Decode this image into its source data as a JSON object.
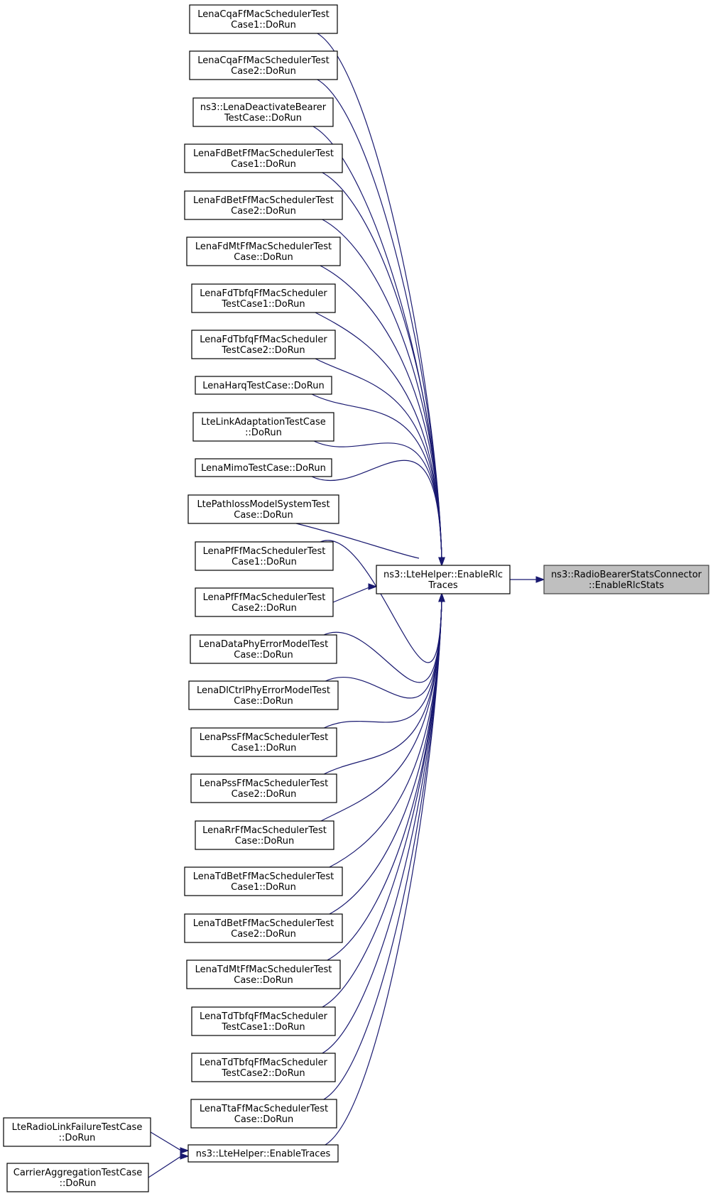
{
  "graph": {
    "edge_color": "#191970",
    "highlight_fill": "#bfbfbf",
    "nodes": [
      {
        "id": "n0",
        "lines": [
          "LenaCqaFfMacSchedulerTest",
          "Case1::DoRun"
        ]
      },
      {
        "id": "n1",
        "lines": [
          "LenaCqaFfMacSchedulerTest",
          "Case2::DoRun"
        ]
      },
      {
        "id": "n2",
        "lines": [
          "ns3::LenaDeactivateBearer",
          "TestCase::DoRun"
        ]
      },
      {
        "id": "n3",
        "lines": [
          "LenaFdBetFfMacSchedulerTest",
          "Case1::DoRun"
        ]
      },
      {
        "id": "n4",
        "lines": [
          "LenaFdBetFfMacSchedulerTest",
          "Case2::DoRun"
        ]
      },
      {
        "id": "n5",
        "lines": [
          "LenaFdMtFfMacSchedulerTest",
          "Case::DoRun"
        ]
      },
      {
        "id": "n6",
        "lines": [
          "LenaFdTbfqFfMacScheduler",
          "TestCase1::DoRun"
        ]
      },
      {
        "id": "n7",
        "lines": [
          "LenaFdTbfqFfMacScheduler",
          "TestCase2::DoRun"
        ]
      },
      {
        "id": "n8",
        "lines": [
          "LenaHarqTestCase::DoRun"
        ]
      },
      {
        "id": "n9",
        "lines": [
          "LteLinkAdaptationTestCase",
          "::DoRun"
        ]
      },
      {
        "id": "n10",
        "lines": [
          "LenaMimoTestCase::DoRun"
        ]
      },
      {
        "id": "n11",
        "lines": [
          "LtePathlossModelSystemTest",
          "Case::DoRun"
        ]
      },
      {
        "id": "n12",
        "lines": [
          "LenaPfFfMacSchedulerTest",
          "Case1::DoRun"
        ]
      },
      {
        "id": "n13",
        "lines": [
          "LenaPfFfMacSchedulerTest",
          "Case2::DoRun"
        ]
      },
      {
        "id": "n14",
        "lines": [
          "LenaDataPhyErrorModelTest",
          "Case::DoRun"
        ]
      },
      {
        "id": "n15",
        "lines": [
          "LenaDlCtrlPhyErrorModelTest",
          "Case::DoRun"
        ]
      },
      {
        "id": "n16",
        "lines": [
          "LenaPssFfMacSchedulerTest",
          "Case1::DoRun"
        ]
      },
      {
        "id": "n17",
        "lines": [
          "LenaPssFfMacSchedulerTest",
          "Case2::DoRun"
        ]
      },
      {
        "id": "n18",
        "lines": [
          "LenaRrFfMacSchedulerTest",
          "Case::DoRun"
        ]
      },
      {
        "id": "n19",
        "lines": [
          "LenaTdBetFfMacSchedulerTest",
          "Case1::DoRun"
        ]
      },
      {
        "id": "n20",
        "lines": [
          "LenaTdBetFfMacSchedulerTest",
          "Case2::DoRun"
        ]
      },
      {
        "id": "n21",
        "lines": [
          "LenaTdMtFfMacSchedulerTest",
          "Case::DoRun"
        ]
      },
      {
        "id": "n22",
        "lines": [
          "LenaTdTbfqFfMacScheduler",
          "TestCase1::DoRun"
        ]
      },
      {
        "id": "n23",
        "lines": [
          "LenaTdTbfqFfMacScheduler",
          "TestCase2::DoRun"
        ]
      },
      {
        "id": "n24",
        "lines": [
          "LenaTtaFfMacSchedulerTest",
          "Case::DoRun"
        ]
      },
      {
        "id": "enableTraces",
        "lines": [
          "ns3::LteHelper::EnableTraces"
        ]
      },
      {
        "id": "rlf",
        "lines": [
          "LteRadioLinkFailureTestCase",
          "::DoRun"
        ]
      },
      {
        "id": "ca",
        "lines": [
          "CarrierAggregationTestCase",
          "::DoRun"
        ]
      },
      {
        "id": "enableRlc",
        "lines": [
          "ns3::LteHelper::EnableRlc",
          "Traces"
        ]
      },
      {
        "id": "target",
        "lines": [
          "ns3::RadioBearerStatsConnector",
          "::EnableRlcStats"
        ],
        "highlight": true
      }
    ],
    "edges": [
      {
        "from": "n0",
        "to": "enableRlc"
      },
      {
        "from": "n1",
        "to": "enableRlc"
      },
      {
        "from": "n2",
        "to": "enableRlc"
      },
      {
        "from": "n3",
        "to": "enableRlc"
      },
      {
        "from": "n4",
        "to": "enableRlc"
      },
      {
        "from": "n5",
        "to": "enableRlc"
      },
      {
        "from": "n6",
        "to": "enableRlc"
      },
      {
        "from": "n7",
        "to": "enableRlc"
      },
      {
        "from": "n8",
        "to": "enableRlc"
      },
      {
        "from": "n9",
        "to": "enableRlc"
      },
      {
        "from": "n10",
        "to": "enableRlc"
      },
      {
        "from": "n11",
        "to": "enableRlc"
      },
      {
        "from": "n12",
        "to": "enableRlc"
      },
      {
        "from": "n13",
        "to": "enableRlc"
      },
      {
        "from": "n14",
        "to": "enableRlc"
      },
      {
        "from": "n15",
        "to": "enableRlc"
      },
      {
        "from": "n16",
        "to": "enableRlc"
      },
      {
        "from": "n17",
        "to": "enableRlc"
      },
      {
        "from": "n18",
        "to": "enableRlc"
      },
      {
        "from": "n19",
        "to": "enableRlc"
      },
      {
        "from": "n20",
        "to": "enableRlc"
      },
      {
        "from": "n21",
        "to": "enableRlc"
      },
      {
        "from": "n22",
        "to": "enableRlc"
      },
      {
        "from": "n23",
        "to": "enableRlc"
      },
      {
        "from": "n24",
        "to": "enableRlc"
      },
      {
        "from": "enableTraces",
        "to": "enableRlc"
      },
      {
        "from": "rlf",
        "to": "enableTraces"
      },
      {
        "from": "ca",
        "to": "enableTraces"
      },
      {
        "from": "enableRlc",
        "to": "target"
      }
    ]
  }
}
